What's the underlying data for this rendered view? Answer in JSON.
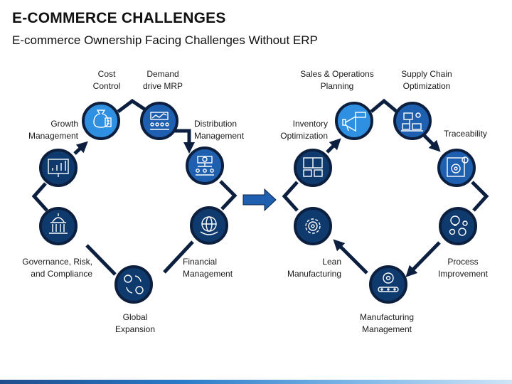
{
  "header": {
    "title": "E-COMMERCE CHALLENGES",
    "subtitle": "E-commerce Ownership Facing Challenges Without ERP"
  },
  "colors": {
    "light_blue": "#2f8fe0",
    "mid_blue": "#1f5fb0",
    "dark_blue": "#0f3a6e",
    "connector": "#0c1f3f"
  },
  "left_cycle": {
    "nodes": [
      {
        "label1": "Cost",
        "label2": "Control",
        "icon": "money-bag-icon"
      },
      {
        "label1": "Demand",
        "label2": "drive MRP",
        "icon": "team-chart-icon"
      },
      {
        "label1": "Distribution",
        "label2": "Management",
        "icon": "network-people-icon"
      },
      {
        "label1": "Financial",
        "label2": "Management",
        "icon": "globe-hands-icon"
      },
      {
        "label1": "Global",
        "label2": "Expansion",
        "icon": "currency-exchange-icon"
      },
      {
        "label1": "Governance, Risk,",
        "label2": "and Compliance",
        "icon": "government-building-icon"
      },
      {
        "label1": "Growth",
        "label2": "Management",
        "icon": "growth-presentation-icon"
      }
    ]
  },
  "right_cycle": {
    "nodes": [
      {
        "label1": "Sales & Operations",
        "label2": "Planning",
        "icon": "sales-megaphone-icon"
      },
      {
        "label1": "Supply Chain",
        "label2": "Optimization",
        "icon": "supply-chain-icon"
      },
      {
        "label1": "Traceability",
        "label2": "",
        "icon": "search-gear-icon"
      },
      {
        "label1": "Process",
        "label2": "Improvement",
        "icon": "idea-gears-icon"
      },
      {
        "label1": "Manufacturing",
        "label2": "Management",
        "icon": "conveyor-gear-icon"
      },
      {
        "label1": "Lean",
        "label2": "Manufacturing",
        "icon": "settings-gear-icon"
      },
      {
        "label1": "Inventory",
        "label2": "Optimization",
        "icon": "inventory-boxes-icon"
      }
    ]
  }
}
